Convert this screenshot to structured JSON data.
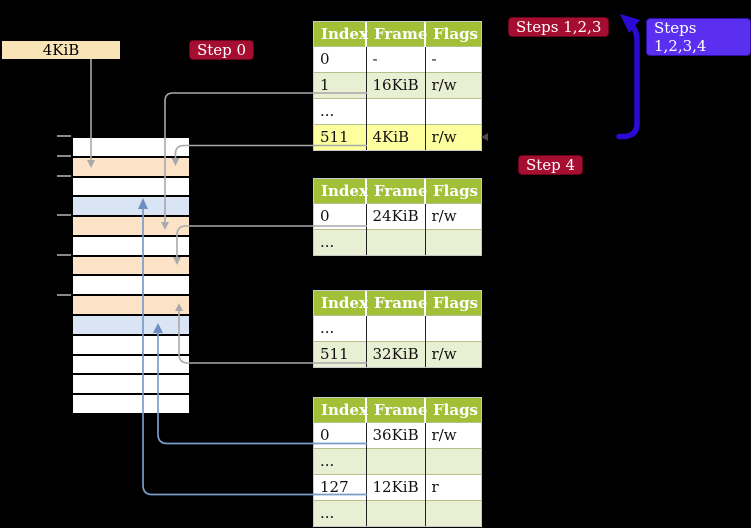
{
  "labels": {
    "frame_size": "4KiB",
    "step0": "Step 0",
    "steps123": "Steps 1,2,3",
    "steps1234": "Steps 1,2,3,4",
    "step4": "Step 4"
  },
  "tables": [
    {
      "name": "page-table-1",
      "columns": [
        "Index",
        "Frame",
        "Flags"
      ],
      "rows": [
        {
          "cells": [
            "0",
            "-",
            "-"
          ],
          "style": "white"
        },
        {
          "cells": [
            "1",
            "16KiB",
            "r/w"
          ],
          "style": "green"
        },
        {
          "cells": [
            "...",
            "",
            ""
          ],
          "style": "white"
        },
        {
          "cells": [
            "511",
            "4KiB",
            "r/w"
          ],
          "style": "highlight"
        }
      ]
    },
    {
      "name": "page-table-2",
      "columns": [
        "Index",
        "Frame",
        "Flags"
      ],
      "rows": [
        {
          "cells": [
            "0",
            "24KiB",
            "r/w"
          ],
          "style": "white"
        },
        {
          "cells": [
            "...",
            "",
            ""
          ],
          "style": "green"
        }
      ]
    },
    {
      "name": "page-table-3",
      "columns": [
        "Index",
        "Frame",
        "Flags"
      ],
      "rows": [
        {
          "cells": [
            "...",
            "",
            ""
          ],
          "style": "white"
        },
        {
          "cells": [
            "511",
            "32KiB",
            "r/w"
          ],
          "style": "green"
        }
      ]
    },
    {
      "name": "page-table-4",
      "columns": [
        "Index",
        "Frame",
        "Flags"
      ],
      "rows": [
        {
          "cells": [
            "0",
            "36KiB",
            "r/w"
          ],
          "style": "white"
        },
        {
          "cells": [
            "...",
            "",
            ""
          ],
          "style": "green"
        },
        {
          "cells": [
            "127",
            "12KiB",
            "r"
          ],
          "style": "white"
        },
        {
          "cells": [
            "...",
            "",
            ""
          ],
          "style": "green"
        }
      ]
    }
  ],
  "memory": {
    "row_colors": [
      "white",
      "orange",
      "white",
      "blue",
      "orange",
      "white",
      "orange",
      "white",
      "orange",
      "blue",
      "white",
      "white",
      "white",
      "white"
    ],
    "tick_count": 6
  },
  "colors": {
    "background": "#000000",
    "crimson_label_bg": "#a50d31",
    "blue_label_bg": "#5a2ff0",
    "label_text": "#ffffff",
    "wheat_label_bg": "#f9e4b8",
    "table_header_bg": "#a2c037",
    "table_row_green": "#e8efd3",
    "table_highlight_yellow": "#fdff9e",
    "memory_orange": "#fce3c8",
    "memory_blue": "#d9e4f4",
    "gray_arrow": "#a9a9a9",
    "blue_arrow": "#7b9bc8",
    "big_arrow_blue": "#2b0bd3"
  }
}
